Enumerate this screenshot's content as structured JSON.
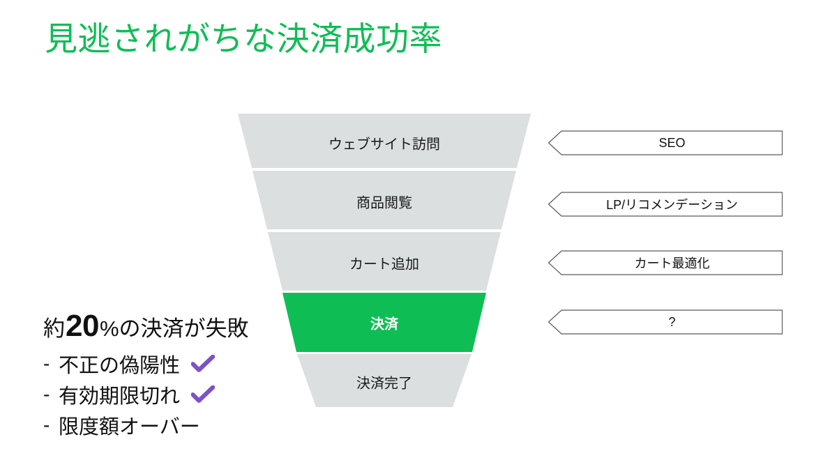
{
  "slide": {
    "title": "見逃されがちな決済成功率",
    "title_color": "#0ebe54",
    "background": "#ffffff"
  },
  "funnel": {
    "active_color": "#0ebe54",
    "inactive_color": "#dcdfe0",
    "stages": [
      {
        "label": "ウェブサイト訪問",
        "state": "inactive"
      },
      {
        "label": "商品閲覧",
        "state": "inactive"
      },
      {
        "label": "カート追加",
        "state": "inactive"
      },
      {
        "label": "決済",
        "state": "active"
      },
      {
        "label": "決済完了",
        "state": "inactive"
      }
    ]
  },
  "callouts": [
    {
      "label": "SEO"
    },
    {
      "label": "LP/リコメンデーション"
    },
    {
      "label": "カート最適化"
    },
    {
      "label": "?"
    }
  ],
  "stat": {
    "prefix": "約",
    "number": "20",
    "unit": "%",
    "suffix": "の決済が失敗"
  },
  "bullets": [
    {
      "dash": "-",
      "text": "不正の偽陽性",
      "check": true
    },
    {
      "dash": "-",
      "text": "有効期限切れ",
      "check": true
    },
    {
      "dash": "-",
      "text": "限度額オーバー",
      "check": false
    }
  ],
  "icons": {
    "check_color": "#7b52c9"
  }
}
